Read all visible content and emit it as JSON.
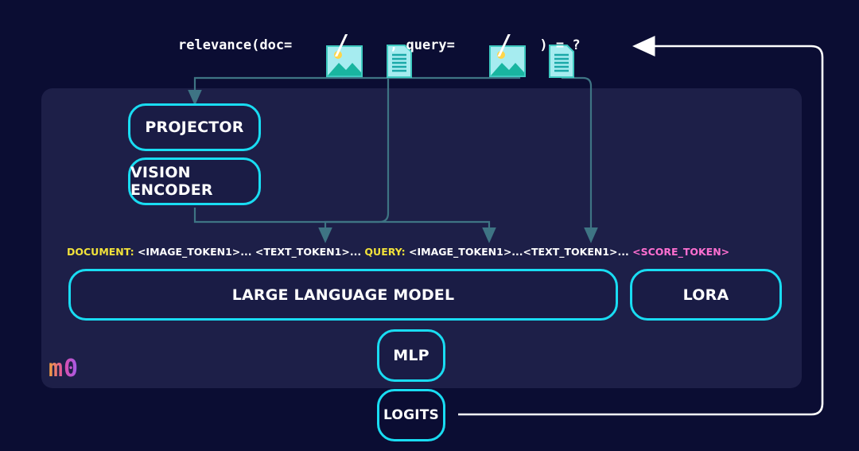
{
  "formula": {
    "prefix": "relevance(doc=",
    "sep1": "/",
    "comma": " , query=",
    "sep2": "/",
    "suffix": ") = ?"
  },
  "boxes": {
    "projector": "PROJECTOR",
    "vision_encoder": "VISION ENCODER",
    "llm": "LARGE LANGUAGE MODEL",
    "lora": "LORA",
    "mlp": "MLP",
    "logits": "LOGITS"
  },
  "tokens": {
    "doc_label": "DOCUMENT:",
    "doc_tokens": " <IMAGE_TOKEN1>... <TEXT_TOKEN1>... ",
    "query_label": "QUERY:",
    "query_tokens": " <IMAGE_TOKEN1>...<TEXT_TOKEN1>... ",
    "score_token": "<SCORE_TOKEN>"
  },
  "logo": "m0",
  "icons": [
    "image-icon",
    "document-icon",
    "image-icon",
    "document-icon"
  ],
  "colors": {
    "background": "#0b0d33",
    "panel": "#1d1f48",
    "box_border": "#19dcf2",
    "wire": "#3e7484",
    "label_yellow": "#f2e23a",
    "label_pink": "#ff6fd1"
  }
}
